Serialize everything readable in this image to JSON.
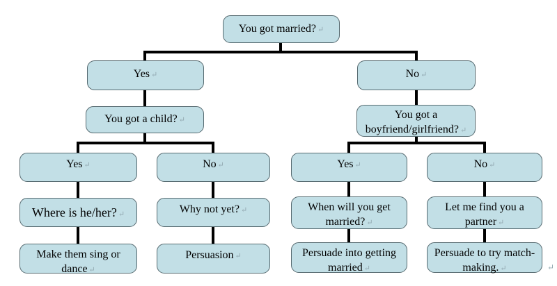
{
  "diagram": {
    "name": "marriage decision flowchart"
  },
  "marks": {
    "return": "↵"
  },
  "colors": {
    "background": "#ffffff",
    "node_fill": "#c2dfe6",
    "node_border": "#55696f",
    "connector": "#000000",
    "return_mark": "#93a9b1"
  },
  "nodes": {
    "root": {
      "label": "You got married?"
    },
    "yes1": {
      "label": "Yes"
    },
    "no1": {
      "label": "No"
    },
    "child": {
      "label": "You got a child?"
    },
    "bfgf": {
      "label": "You got a boyfriend/girlfriend?"
    },
    "yes2": {
      "label": "Yes"
    },
    "no2": {
      "label": "No"
    },
    "yes3": {
      "label": "Yes"
    },
    "no3": {
      "label": "No"
    },
    "where": {
      "label": "Where is he/her?"
    },
    "whynot": {
      "label": "Why not yet?"
    },
    "when": {
      "label": "When will you get married?"
    },
    "letme": {
      "label": "Let me find you a partner"
    },
    "make": {
      "label": "Make them sing or dance"
    },
    "persuasion": {
      "label": "Persuasion"
    },
    "persget": {
      "label": "Persuade into getting married"
    },
    "perstry": {
      "label": "Persuade to try match-making."
    }
  }
}
